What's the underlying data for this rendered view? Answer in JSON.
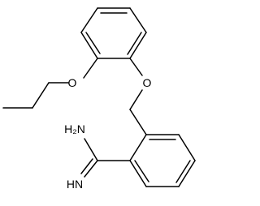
{
  "molecule": {
    "atoms": {
      "oxygen_propoxy": "O",
      "oxygen_ether": "O",
      "nh2": "H₂N",
      "imine": "HN"
    }
  }
}
